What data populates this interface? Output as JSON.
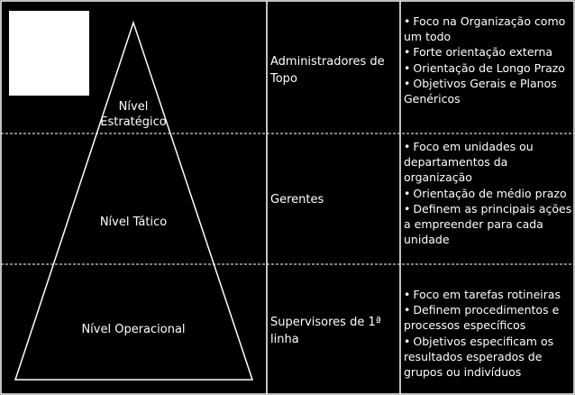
{
  "levels": [
    {
      "name_lines": [
        "Nível",
        "Estratégico"
      ],
      "role": "Administradores de Topo",
      "bullets": [
        "Foco na Organização como um todo",
        "Forte orientação externa",
        "Orientação de Longo Prazo",
        "Objetivos Gerais e Planos Genéricos"
      ]
    },
    {
      "name_lines": [
        "Nível Tático"
      ],
      "role": "Gerentes",
      "bullets": [
        "Foco em unidades ou departamentos da organização",
        "Orientação de médio prazo",
        "Definem as principais ações a empreender para cada unidade"
      ]
    },
    {
      "name_lines": [
        "Nível Operacional"
      ],
      "role": "Supervisores de 1ª linha",
      "bullets": [
        "Foco em tarefas rotineiras",
        "Definem procedimentos e processos específicos",
        "Objetivos especificam os resultados esperados de grupos ou indivíduos"
      ]
    }
  ],
  "colors": {
    "background": "#000000",
    "lines": "#ffffff",
    "box": "#ffffff"
  }
}
